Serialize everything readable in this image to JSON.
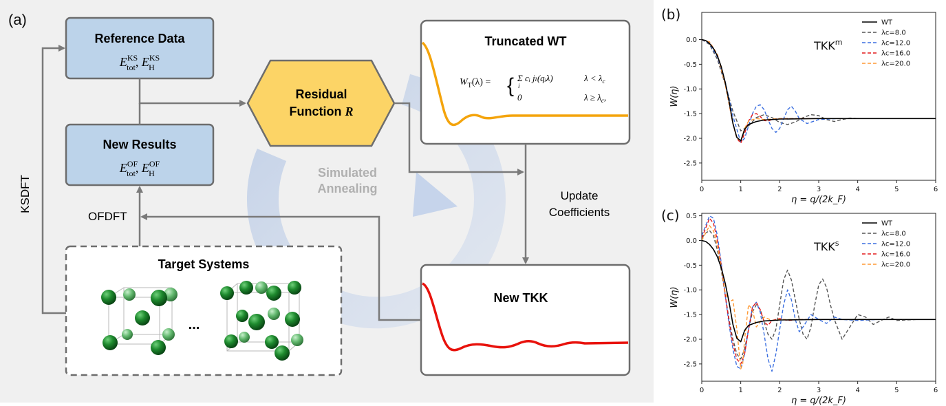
{
  "panel_a": {
    "label": "(a)",
    "reference": {
      "title": "Reference Data",
      "formula_e": "E",
      "sup": "KS",
      "sub_tot": "tot",
      "sub_h": "H"
    },
    "new_results": {
      "title": "New Results",
      "formula_e": "E",
      "sup": "OF",
      "sub_tot": "tot",
      "sub_h": "H"
    },
    "residual": {
      "line1": "Residual",
      "line2": "Function",
      "symbol": "R"
    },
    "truncated": {
      "title": "Truncated WT",
      "eq_lhs": "W",
      "eq_lhs_sub": "T",
      "eq_arg": "(λ) =",
      "case1": "Σ cᵢ jₗ(qᵢλ)",
      "case1_idx": "i",
      "case1_cond": "λ < λ",
      "case1_cond_sub": "c",
      "case2": "0",
      "case2_cond": "λ ≥ λ",
      "case2_cond_sub": "c",
      "case2_tail": ","
    },
    "simulated": {
      "line1": "Simulated",
      "line2": "Annealing"
    },
    "update": {
      "line1": "Update",
      "line2": "Coefficients"
    },
    "ksdft": "KSDFT",
    "ofdft": "OFDFT",
    "target": {
      "title": "Target Systems",
      "ellipsis": "..."
    },
    "new_tkk": "New TKK",
    "colors": {
      "box_blue": "#bcd3ea",
      "hex_yellow": "#fcd466",
      "orange_curve": "#f4a40c",
      "red_curve": "#e8120c",
      "arrow_gray": "#7a7a7a",
      "background": "#f0f0f0",
      "atom_green": "#1e8a2e"
    }
  },
  "chart_data": [
    {
      "type": "line",
      "panel_label": "(b)",
      "annotation": "TKK",
      "annotation_sup": "m",
      "xlabel": "η = q/(2k_F)",
      "ylabel": "W(η)",
      "xlim": [
        0,
        6
      ],
      "ylim": [
        -2.85,
        0.55
      ],
      "xticks": [
        "0",
        "1",
        "2",
        "3",
        "4",
        "5",
        "6"
      ],
      "yticks": [
        "0.0",
        "-0.5",
        "-1.0",
        "-1.5",
        "-2.0",
        "-2.5"
      ],
      "legend": "top-right",
      "series": [
        {
          "name": "WT",
          "color": "#000000",
          "dashed": false,
          "x": [
            0,
            0.1,
            0.2,
            0.3,
            0.4,
            0.5,
            0.6,
            0.7,
            0.8,
            0.9,
            1.0,
            1.1,
            1.2,
            1.4,
            1.6,
            2.0,
            2.5,
            3.0,
            4.0,
            5.0,
            6.0
          ],
          "y": [
            0,
            -0.02,
            -0.08,
            -0.18,
            -0.33,
            -0.55,
            -0.86,
            -1.25,
            -1.7,
            -1.98,
            -2.05,
            -1.82,
            -1.72,
            -1.66,
            -1.63,
            -1.61,
            -1.605,
            -1.6,
            -1.6,
            -1.6,
            -1.6
          ]
        },
        {
          "name": "λc=8.0",
          "color": "#555555",
          "dashed": true,
          "x": [
            0,
            0.2,
            0.4,
            0.6,
            0.8,
            1.0,
            1.2,
            1.4,
            1.6,
            1.8,
            2.0,
            2.2,
            2.4,
            2.6,
            2.8,
            3.0,
            3.2,
            3.4,
            3.6,
            3.8,
            4.0,
            4.5,
            5.0,
            6.0
          ],
          "y": [
            0,
            -0.1,
            -0.4,
            -0.9,
            -1.45,
            -1.85,
            -1.75,
            -1.58,
            -1.52,
            -1.58,
            -1.68,
            -1.72,
            -1.67,
            -1.58,
            -1.52,
            -1.54,
            -1.62,
            -1.66,
            -1.62,
            -1.59,
            -1.6,
            -1.6,
            -1.6,
            -1.6
          ]
        },
        {
          "name": "λc=12.0",
          "color": "#3b6fe0",
          "dashed": true,
          "x": [
            0,
            0.2,
            0.4,
            0.6,
            0.8,
            1.0,
            1.1,
            1.2,
            1.3,
            1.4,
            1.5,
            1.6,
            1.7,
            1.8,
            1.9,
            2.0,
            2.1,
            2.2,
            2.3,
            2.4,
            2.5,
            2.7,
            3.0,
            3.5,
            4.0,
            6.0
          ],
          "y": [
            0,
            -0.08,
            -0.35,
            -0.85,
            -1.55,
            -2.08,
            -2.0,
            -1.75,
            -1.5,
            -1.35,
            -1.32,
            -1.42,
            -1.62,
            -1.8,
            -1.88,
            -1.8,
            -1.6,
            -1.42,
            -1.35,
            -1.45,
            -1.6,
            -1.7,
            -1.62,
            -1.6,
            -1.6,
            -1.6
          ]
        },
        {
          "name": "λc=16.0",
          "color": "#e41a1c",
          "dashed": true,
          "x": [
            0,
            0.2,
            0.4,
            0.6,
            0.8,
            0.9,
            1.0,
            1.1,
            1.2,
            1.3,
            1.4,
            1.5,
            1.6,
            1.7,
            1.8,
            2.0,
            2.5,
            3.0,
            6.0
          ],
          "y": [
            0,
            -0.05,
            -0.3,
            -0.9,
            -1.7,
            -2.0,
            -2.1,
            -1.9,
            -1.65,
            -1.52,
            -1.5,
            -1.56,
            -1.64,
            -1.65,
            -1.62,
            -1.6,
            -1.6,
            -1.6,
            -1.6
          ]
        },
        {
          "name": "λc=20.0",
          "color": "#ff9933",
          "dashed": true,
          "x": [
            0,
            0.2,
            0.4,
            0.6,
            0.8,
            0.9,
            1.0,
            1.1,
            1.2,
            1.4,
            1.6,
            2.0,
            3.0,
            6.0
          ],
          "y": [
            0,
            -0.05,
            -0.3,
            -0.9,
            -1.7,
            -2.0,
            -2.05,
            -1.8,
            -1.65,
            -1.6,
            -1.62,
            -1.6,
            -1.6,
            -1.6
          ]
        }
      ]
    },
    {
      "type": "line",
      "panel_label": "(c)",
      "annotation": "TKK",
      "annotation_sup": "s",
      "xlabel": "η = q/(2k_F)",
      "ylabel": "W(η)",
      "xlim": [
        0,
        6
      ],
      "ylim": [
        -2.85,
        0.55
      ],
      "xticks": [
        "0",
        "1",
        "2",
        "3",
        "4",
        "5",
        "6"
      ],
      "yticks": [
        "0.5",
        "0.0",
        "-0.5",
        "-1.0",
        "-1.5",
        "-2.0",
        "-2.5"
      ],
      "legend": "top-right",
      "series": [
        {
          "name": "WT",
          "color": "#000000",
          "dashed": false,
          "x": [
            0,
            0.1,
            0.2,
            0.3,
            0.4,
            0.5,
            0.6,
            0.7,
            0.8,
            0.9,
            1.0,
            1.1,
            1.2,
            1.4,
            1.6,
            2.0,
            2.5,
            3.0,
            4.0,
            5.0,
            6.0
          ],
          "y": [
            0,
            -0.02,
            -0.08,
            -0.18,
            -0.33,
            -0.55,
            -0.86,
            -1.25,
            -1.7,
            -1.98,
            -2.05,
            -1.82,
            -1.72,
            -1.66,
            -1.63,
            -1.61,
            -1.605,
            -1.6,
            -1.6,
            -1.6,
            -1.6
          ]
        },
        {
          "name": "λc=8.0",
          "color": "#555555",
          "dashed": true,
          "x": [
            0,
            0.1,
            0.2,
            0.3,
            0.4,
            0.5,
            0.6,
            0.7,
            0.8,
            0.9,
            1.0,
            1.1,
            1.2,
            1.3,
            1.4,
            1.5,
            1.6,
            1.7,
            1.8,
            1.9,
            2.0,
            2.1,
            2.2,
            2.3,
            2.4,
            2.5,
            2.6,
            2.7,
            2.8,
            2.9,
            3.0,
            3.1,
            3.2,
            3.3,
            3.4,
            3.6,
            3.8,
            4.0,
            4.2,
            4.4,
            4.6,
            4.8,
            5.0,
            5.5,
            6.0
          ],
          "y": [
            0.05,
            0.15,
            0.2,
            0.1,
            -0.2,
            -0.6,
            -1.1,
            -1.6,
            -2.0,
            -2.3,
            -2.4,
            -2.2,
            -1.8,
            -1.45,
            -1.3,
            -1.4,
            -1.65,
            -1.9,
            -2.0,
            -1.8,
            -1.3,
            -0.8,
            -0.6,
            -0.8,
            -1.2,
            -1.6,
            -1.9,
            -2.0,
            -1.75,
            -1.3,
            -0.9,
            -0.78,
            -0.95,
            -1.3,
            -1.6,
            -2.0,
            -1.75,
            -1.5,
            -1.55,
            -1.7,
            -1.62,
            -1.55,
            -1.62,
            -1.6,
            -1.6
          ]
        },
        {
          "name": "λc=12.0",
          "color": "#3b6fe0",
          "dashed": true,
          "x": [
            0,
            0.1,
            0.2,
            0.3,
            0.4,
            0.5,
            0.6,
            0.7,
            0.8,
            0.9,
            1.0,
            1.1,
            1.2,
            1.3,
            1.4,
            1.5,
            1.6,
            1.7,
            1.8,
            1.9,
            2.0,
            2.1,
            2.2,
            2.3,
            2.4,
            2.5,
            2.6,
            2.8,
            3.0,
            3.2,
            3.4,
            3.6,
            4.0,
            4.5,
            5.0,
            6.0
          ],
          "y": [
            0.1,
            0.3,
            0.5,
            0.45,
            0.1,
            -0.45,
            -1.1,
            -1.7,
            -2.2,
            -2.55,
            -2.6,
            -2.3,
            -1.8,
            -1.35,
            -1.25,
            -1.45,
            -1.9,
            -2.4,
            -2.65,
            -2.3,
            -1.8,
            -1.3,
            -1.0,
            -1.2,
            -1.6,
            -1.85,
            -1.75,
            -1.5,
            -1.6,
            -1.68,
            -1.55,
            -1.6,
            -1.62,
            -1.6,
            -1.6,
            -1.6
          ]
        },
        {
          "name": "λc=16.0",
          "color": "#e41a1c",
          "dashed": true,
          "x": [
            0,
            0.1,
            0.2,
            0.3,
            0.4,
            0.5,
            0.6,
            0.7,
            0.8,
            0.9,
            1.0,
            1.1,
            1.2,
            1.3,
            1.4,
            1.5,
            1.6,
            1.7,
            1.8,
            2.0,
            2.2,
            2.5,
            3.0,
            6.0
          ],
          "y": [
            0.05,
            0.25,
            0.45,
            0.35,
            0.0,
            -0.5,
            -1.1,
            -1.65,
            -2.1,
            -2.4,
            -2.5,
            -2.3,
            -1.8,
            -1.35,
            -1.25,
            -1.4,
            -1.65,
            -1.72,
            -1.62,
            -1.58,
            -1.62,
            -1.6,
            -1.6,
            -1.6
          ]
        },
        {
          "name": "λc=20.0",
          "color": "#ff9933",
          "dashed": true,
          "x": [
            0,
            0.1,
            0.2,
            0.3,
            0.4,
            0.5,
            0.6,
            0.7,
            0.8,
            0.9,
            1.0,
            1.05,
            1.1,
            1.2,
            1.3,
            1.4,
            1.5,
            1.6,
            1.8,
            2.0,
            2.5,
            3.0,
            6.0
          ],
          "y": [
            0.0,
            0.15,
            0.3,
            0.2,
            -0.1,
            -0.55,
            -1.05,
            -1.25,
            -1.2,
            -1.8,
            -2.6,
            -2.5,
            -2.0,
            -1.3,
            -1.4,
            -1.75,
            -1.65,
            -1.55,
            -1.62,
            -1.6,
            -1.6,
            -1.6,
            -1.6
          ]
        }
      ]
    }
  ]
}
